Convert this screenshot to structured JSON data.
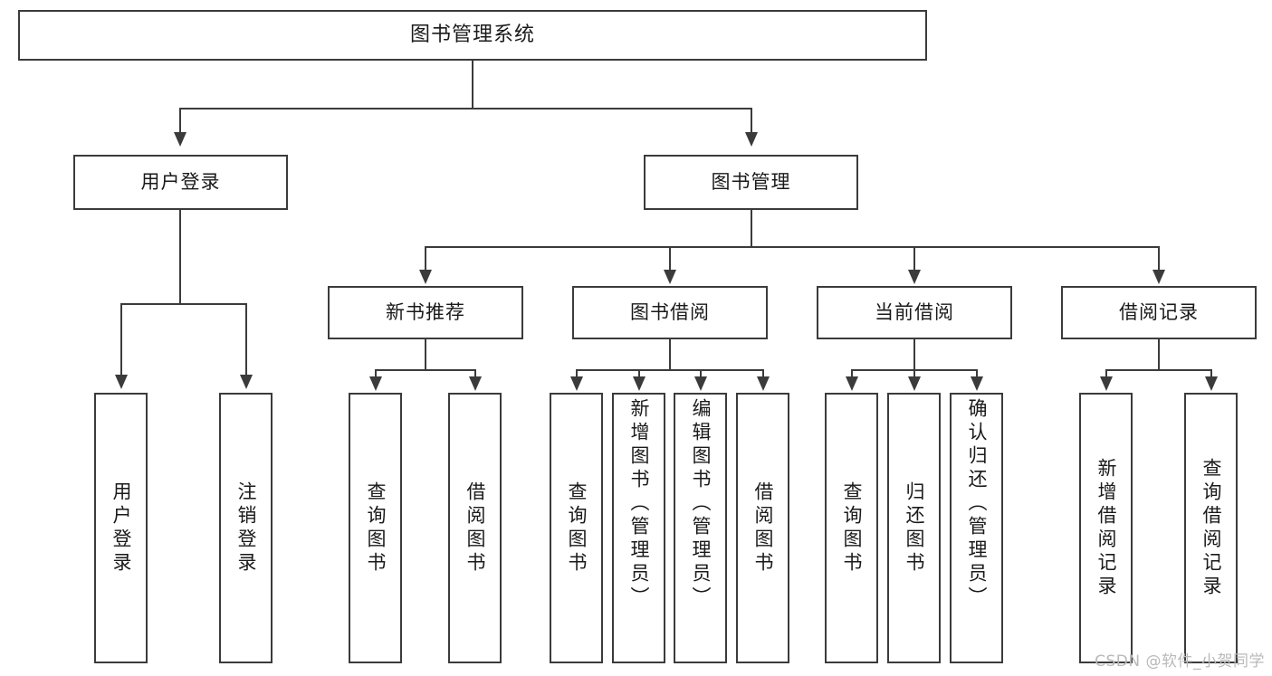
{
  "diagram": {
    "title": "图书管理系统",
    "type": "hierarchy-tree",
    "root": {
      "label": "图书管理系统"
    },
    "level2": [
      {
        "label": "用户登录"
      },
      {
        "label": "图书管理"
      }
    ],
    "level3": [
      {
        "label": "新书推荐"
      },
      {
        "label": "图书借阅"
      },
      {
        "label": "当前借阅"
      },
      {
        "label": "借阅记录"
      }
    ],
    "leaves": {
      "user_login": [
        {
          "label": "用户登录"
        },
        {
          "label": "注销登录"
        }
      ],
      "new_book_recommend": [
        {
          "label": "查询图书"
        },
        {
          "label": "借阅图书"
        }
      ],
      "book_borrow": [
        {
          "label": "查询图书"
        },
        {
          "label": "新增图书（管理员）"
        },
        {
          "label": "编辑图书（管理员）"
        },
        {
          "label": "借阅图书"
        }
      ],
      "current_borrow": [
        {
          "label": "查询图书"
        },
        {
          "label": "归还图书"
        },
        {
          "label": "确认归还（管理员）"
        }
      ],
      "borrow_record": [
        {
          "label": "新增借阅记录"
        },
        {
          "label": "查询借阅记录"
        }
      ]
    }
  },
  "watermark": {
    "text": "CSDN @软件_小贺同学"
  },
  "colors": {
    "box_border": "#3b3b3b",
    "box_fill": "#ffffff",
    "text": "#1a1a1a",
    "connector": "#3b3b3b",
    "watermark": "#b9b9b9"
  }
}
